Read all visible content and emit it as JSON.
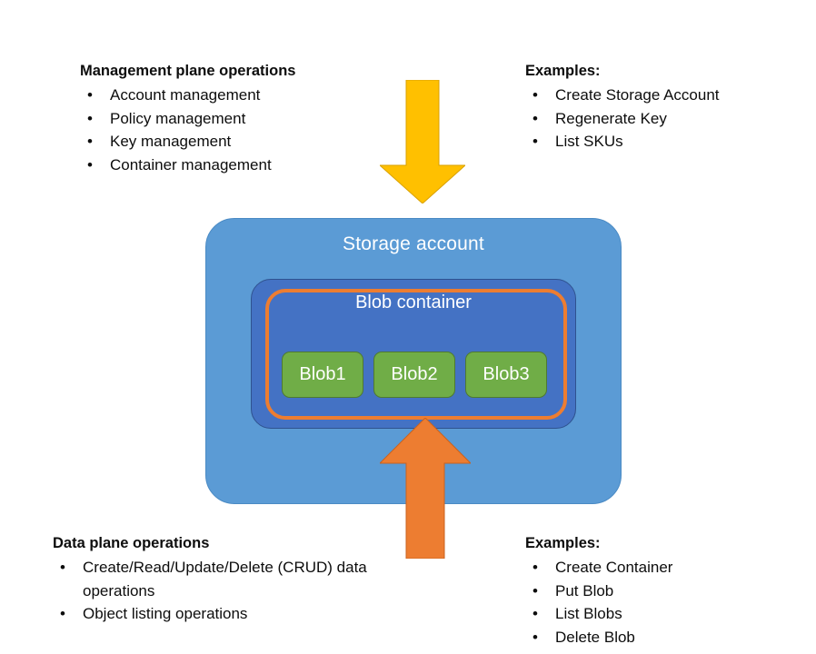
{
  "diagram": {
    "management_plane": {
      "title": "Management plane operations",
      "items": [
        "Account management",
        "Policy management",
        "Key management",
        "Container management"
      ]
    },
    "management_examples": {
      "title": "Examples:",
      "items": [
        "Create Storage Account",
        "Regenerate Key",
        "List SKUs"
      ]
    },
    "data_plane": {
      "title": "Data plane operations",
      "items": [
        "Create/Read/Update/Delete  (CRUD) data operations",
        "Object listing operations"
      ]
    },
    "data_examples": {
      "title": "Examples:",
      "items": [
        "Create Container",
        "Put Blob",
        "List Blobs",
        "Delete Blob"
      ]
    },
    "storage_account": {
      "label": "Storage account",
      "blob_container": {
        "label": "Blob container",
        "blobs": [
          "Blob1",
          "Blob2",
          "Blob3"
        ]
      }
    },
    "arrows": {
      "management_arrow": "down-arrow",
      "data_arrow": "up-arrow"
    },
    "bullet_glyph": "•",
    "colors": {
      "storage_account_fill": "#5B9BD5",
      "blob_container_fill": "#4472C4",
      "blob_fill": "#70AD47",
      "management_arrow_fill": "#FFC000",
      "data_arrow_fill": "#ED7D31",
      "container_outline": "#ED7D31",
      "text": "#0D0D0D"
    }
  }
}
